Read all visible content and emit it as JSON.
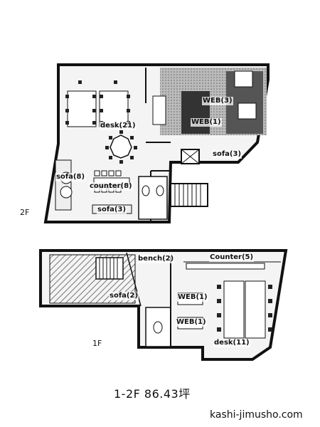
{
  "floor_2": {
    "name": "2F",
    "labels": {
      "desk": "desk(21)",
      "web_3": "WEB(3)",
      "web_1": "WEB(1)",
      "sofa_3_right": "sofa(3)",
      "sofa_8": "sofa(8)",
      "counter_8": "counter(8)",
      "sofa_3_bottom": "sofa(3)"
    }
  },
  "floor_1": {
    "name": "1F",
    "labels": {
      "bench": "bench(2)",
      "counter_5": "Counter(5)",
      "sofa_2": "sofa(2)",
      "web_a": "WEB(1)",
      "web_b": "WEB(1)",
      "desk": "desk(11)"
    }
  },
  "area": "1-2F 86.43坪",
  "site": "kashi-jimusho.com"
}
